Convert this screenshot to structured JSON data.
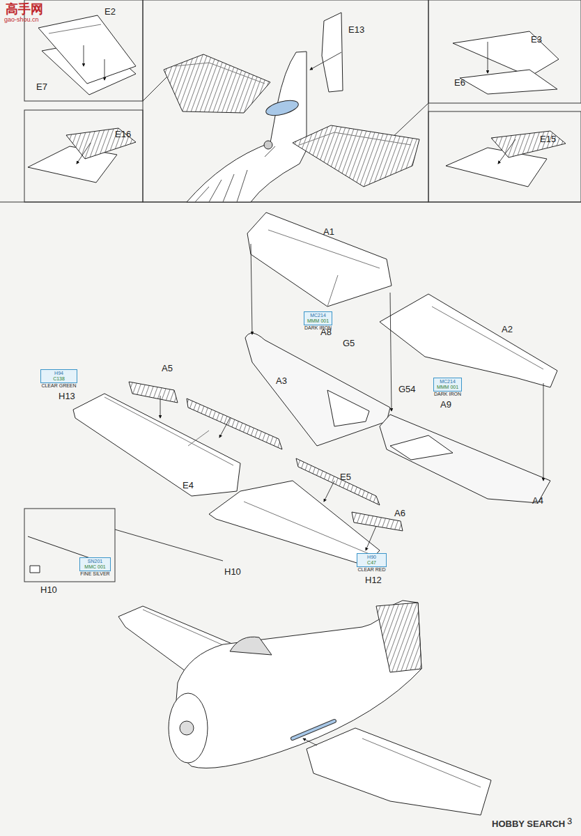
{
  "diagram": {
    "nodes": [
      {
        "text": [
          "H94",
          "C138",
          "CLEAR GREEN"
        ]
      },
      {
        "text": [
          "MC214",
          "MMM 001",
          "DARK IRON"
        ]
      },
      {
        "text": [
          "MC214",
          "MMM 001",
          "DARK IRON"
        ]
      },
      {
        "text": [
          "SN201",
          "MMC 001",
          "FINE SILVER"
        ]
      },
      {
        "text": [
          "H90",
          "C47",
          "CLEAR RED"
        ]
      }
    ],
    "labels": [
      "高手网",
      "gao-shou.cn",
      "E2",
      "E13",
      "E3",
      "E7",
      "E6",
      "E16",
      "E15",
      "A1",
      "A8",
      "G5",
      "A2",
      "A3",
      "G54",
      "A9",
      "A5",
      "H13",
      "E4",
      "A4",
      "E5",
      "A6",
      "H10",
      "H10",
      "H12",
      "3",
      "HOBBY SEARCH"
    ]
  }
}
